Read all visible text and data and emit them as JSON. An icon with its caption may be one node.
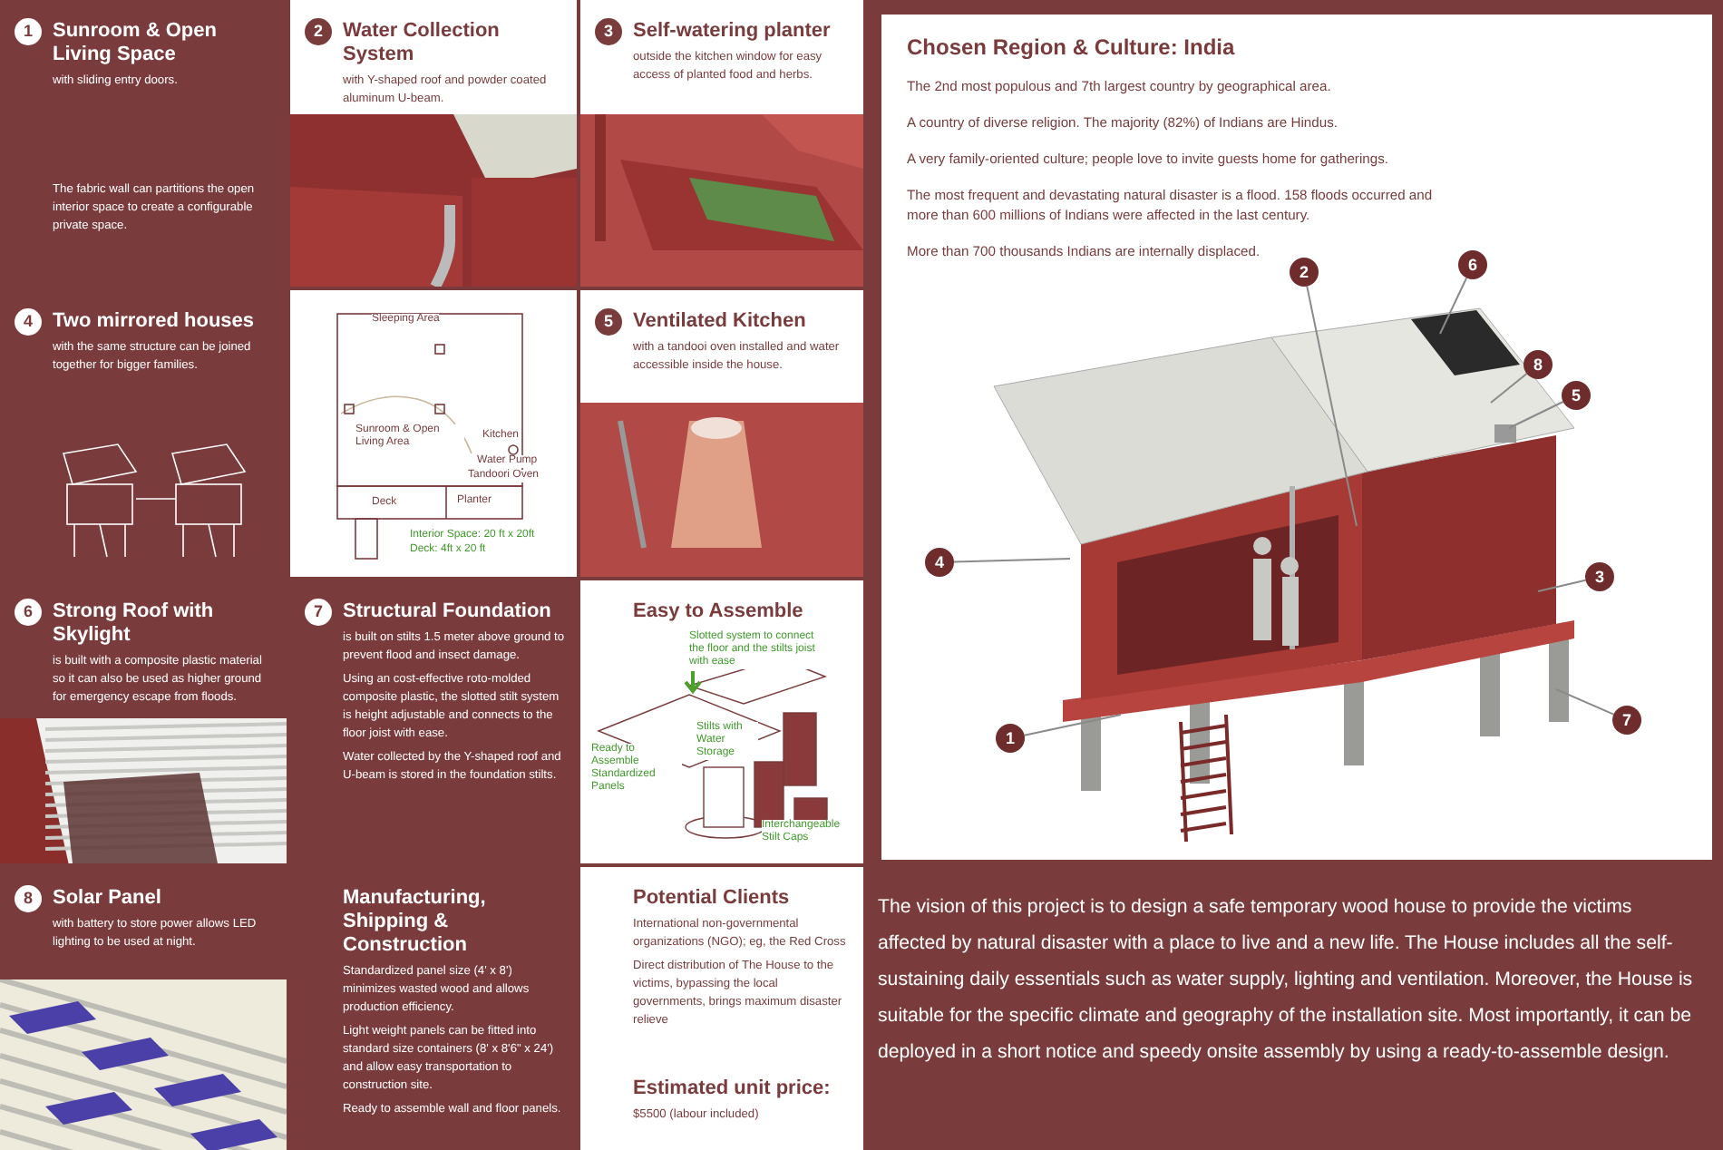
{
  "diagram": {
    "nodes": [
      {
        "text": [
          "1",
          "Sunroom & Open Living Space",
          "with sliding entry doors.",
          "The fabric wall can partitions the open interior space to create a configurable private space."
        ]
      },
      {
        "text": [
          "2",
          "Water Collection System",
          "with Y-shaped roof and powder coated aluminum U-beam."
        ]
      },
      {
        "text": [
          "3",
          "Self-watering planter",
          "outside the kitchen window for easy access of planted food and herbs."
        ]
      },
      {
        "text": [
          "4",
          "Two mirrored houses",
          "with the same structure can be joined together for bigger families."
        ]
      },
      {
        "text": [
          "5",
          "Ventilated Kitchen",
          "with a tandooi oven installed and water accessible inside the house."
        ]
      },
      {
        "text": [
          "6",
          "Strong Roof with Skylight",
          "is built with a composite plastic material so it can also be used as higher ground for emergency escape from floods."
        ]
      },
      {
        "text": [
          "7",
          "Structural Foundation",
          "is built on stilts 1.5 meter above ground to prevent flood and insect damage.",
          "Using an cost-effective roto-molded composite plastic, the slotted stilt system is height adjustable and connects to the floor joist with ease.",
          "Water collected by the Y-shaped roof and U-beam is stored in the foundation stilts."
        ]
      },
      {
        "text": [
          "Easy to Assemble"
        ]
      },
      {
        "text": [
          "8",
          "Solar Panel",
          "with battery to store power allows LED lighting to be used at night."
        ]
      },
      {
        "text": [
          "Manufacturing, Shipping & Construction",
          "Standardized panel size (4' x 8') minimizes wasted wood and allows production efficiency.",
          "Light weight panels can be fitted into standard size containers (8' x 8'6\" x 24') and allow easy transportation to construction site.",
          "Ready to assemble wall and floor panels."
        ]
      },
      {
        "text": [
          "Potential Clients",
          "International non-governmental organizations (NGO); eg, the Red Cross",
          "Direct distribution of The House to the victims, bypassing the local governments, brings maximum disaster relieve",
          "Estimated unit price:",
          "$5500 (labour included)"
        ]
      },
      {
        "text": [
          "Chosen Region & Culture: India",
          "The 2nd most populous and 7th largest country by geographical area.",
          "A country of diverse religion. The majority (82%) of Indians are Hindus.",
          "A very family-oriented culture; people love to invite guests home for gatherings.",
          "The most frequent and devastating natural disaster is a flood. 158 floods occurred and more than 600 millions of Indians were affected in the last century.",
          "More than 700 thousands Indians are internally displaced."
        ]
      },
      {
        "text": [
          "6"
        ],
        "in": 11
      },
      {
        "text": [
          "2"
        ],
        "in": 11
      },
      {
        "text": [
          "8"
        ],
        "in": 11
      },
      {
        "text": [
          "5"
        ],
        "in": 11
      },
      {
        "text": [
          "4"
        ],
        "in": 11
      },
      {
        "text": [
          "3"
        ],
        "in": 11
      },
      {
        "text": [
          "7"
        ],
        "in": 11
      },
      {
        "text": [
          "1"
        ],
        "in": 11
      }
    ],
    "edges": [
      {
        "from": 12,
        "to": null,
        "arrow": "none"
      },
      {
        "from": 13,
        "to": null,
        "arrow": "none"
      },
      {
        "from": 14,
        "to": null,
        "arrow": "none"
      },
      {
        "from": 15,
        "to": null,
        "arrow": "none"
      },
      {
        "from": 16,
        "to": null,
        "arrow": "none"
      },
      {
        "from": 17,
        "to": null,
        "arrow": "none"
      },
      {
        "from": 18,
        "to": null,
        "arrow": "none"
      },
      {
        "from": 19,
        "to": null,
        "arrow": "none"
      }
    ],
    "labels": [
      "Sleeping Area",
      "Sunroom & Open Living Area",
      "Kitchen",
      "Water Pump",
      "Tandoori Oven",
      "Deck",
      "Planter",
      "Interior Space: 20 ft x 20ft",
      "Deck: 4ft x 20 ft",
      "Slotted system to connect the floor and the stilts joist with ease",
      "Ready to Assemble Standardized Panels",
      "Stilts with Water Storage",
      "Interchangeable Stilt Caps",
      "The vision of this project is to design a safe temporary wood house to provide the victims affected by natural disaster with a place to live and a new life. The House includes all the self-sustaining daily essentials such as water supply, lighting and ventilation. Moreover, the House is suitable for the specific climate and geography of the installation site. Most importantly, it can be deployed  in a short notice and speedy onsite assembly by using a ready-to-assemble design."
    ]
  }
}
